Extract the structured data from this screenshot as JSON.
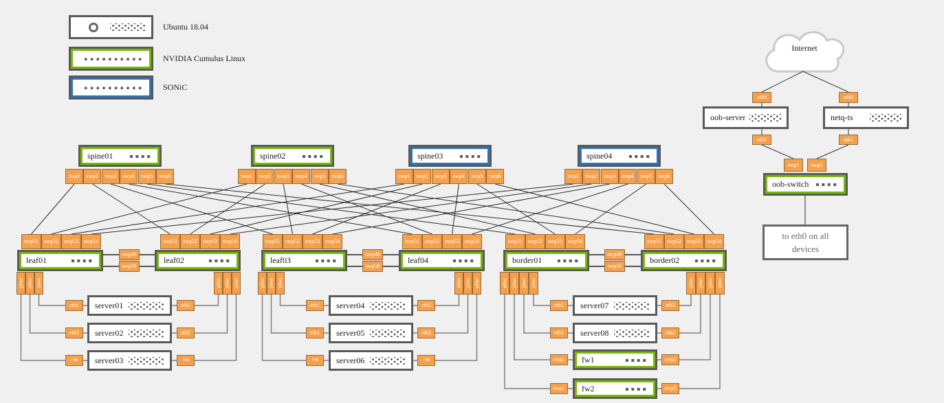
{
  "legend": [
    {
      "os": "ubuntu",
      "label": "Ubuntu 18.04"
    },
    {
      "os": "cumulus",
      "label": "NVIDIA Cumulus Linux"
    },
    {
      "os": "sonic",
      "label": "SONiC"
    }
  ],
  "colors": {
    "cumulus_green": "#76b900",
    "sonic_blue": "#2e75b6",
    "port_orange": "#f6a04c",
    "box_gray": "#595959",
    "background": "#f0f0f0"
  },
  "spines": [
    {
      "name": "spine01",
      "os": "cumulus",
      "ports": [
        "swp1",
        "swp2",
        "swp3",
        "swp4",
        "swp5",
        "swp6"
      ]
    },
    {
      "name": "spine02",
      "os": "cumulus",
      "ports": [
        "swp1",
        "swp2",
        "swp3",
        "swp4",
        "swp5",
        "swp6"
      ]
    },
    {
      "name": "spine03",
      "os": "sonic",
      "ports": [
        "swp1",
        "swp2",
        "swp3",
        "swp4",
        "swp5",
        "swp6"
      ]
    },
    {
      "name": "spine04",
      "os": "sonic",
      "ports": [
        "swp1",
        "swp2",
        "swp3",
        "swp4",
        "swp5",
        "swp6"
      ]
    }
  ],
  "leaves": [
    {
      "name": "leaf01",
      "os": "cumulus",
      "uplinks": [
        "swp51",
        "swp52",
        "swp53",
        "swp54"
      ]
    },
    {
      "name": "leaf02",
      "os": "cumulus",
      "uplinks": [
        "swp51",
        "swp52",
        "swp53",
        "swp54"
      ]
    },
    {
      "name": "leaf03",
      "os": "cumulus",
      "uplinks": [
        "swp51",
        "swp52",
        "swp53",
        "swp54"
      ]
    },
    {
      "name": "leaf04",
      "os": "cumulus",
      "uplinks": [
        "swp51",
        "swp52",
        "swp53",
        "swp54"
      ]
    },
    {
      "name": "border01",
      "os": "cumulus",
      "uplinks": [
        "swp51",
        "swp52",
        "swp53",
        "swp54"
      ]
    },
    {
      "name": "border02",
      "os": "cumulus",
      "uplinks": [
        "swp51",
        "swp52",
        "swp53",
        "swp54"
      ]
    }
  ],
  "peerlinks": [
    {
      "top": "swp49",
      "bottom": "swp50"
    },
    {
      "top": "swp49",
      "bottom": "swp50"
    },
    {
      "top": "swp49",
      "bottom": "swp50"
    }
  ],
  "clusters": [
    {
      "left_ports": [
        "swp3",
        "swp2",
        "swp1"
      ],
      "right_ports": [
        "swp1",
        "swp2",
        "swp3"
      ],
      "rows": [
        {
          "name": "server01",
          "os": "ubuntu",
          "left": "eth1",
          "right": "eth2"
        },
        {
          "name": "server02",
          "os": "ubuntu",
          "left": "eth1",
          "right": "eth2"
        },
        {
          "name": "server03",
          "os": "ubuntu",
          "left": "!\"#$",
          "right": "!\"#$"
        }
      ]
    },
    {
      "left_ports": [
        "swp3",
        "swp2",
        "swp1"
      ],
      "right_ports": [
        "swp1",
        "swp2",
        "swp3"
      ],
      "rows": [
        {
          "name": "server04",
          "os": "ubuntu",
          "left": "eth1",
          "right": "eth2"
        },
        {
          "name": "server05",
          "os": "ubuntu",
          "left": "eth1",
          "right": "eth2"
        },
        {
          "name": "server06",
          "os": "ubuntu",
          "left": "!\"#$",
          "right": "!\"#$"
        }
      ]
    },
    {
      "left_ports": [
        "swp4",
        "swp3",
        "swp2",
        "swp1"
      ],
      "right_ports": [
        "swp1",
        "swp2",
        "swp3",
        "swp4"
      ],
      "rows": [
        {
          "name": "server07",
          "os": "ubuntu",
          "left": "eth1",
          "right": "eth2"
        },
        {
          "name": "server08",
          "os": "ubuntu",
          "left": "eth1",
          "right": "eth2"
        },
        {
          "name": "fw1",
          "os": "cumulus",
          "left": "swp1",
          "right": "swp2"
        },
        {
          "name": "fw2",
          "os": "cumulus",
          "left": "swp1",
          "right": "swp2"
        }
      ]
    }
  ],
  "oob": {
    "internet_label": "Internet",
    "oob_server": {
      "name": "oob-server",
      "top_port": "eth0",
      "bottom_port": "eth1"
    },
    "netq_ts": {
      "name": "netq-ts",
      "top_port": "eth0",
      "bottom_port": "eth1"
    },
    "oob_switch": {
      "name": "oob-switch",
      "ports": [
        "swp1",
        "swp2"
      ]
    },
    "note": "to eth0 on all devices"
  }
}
